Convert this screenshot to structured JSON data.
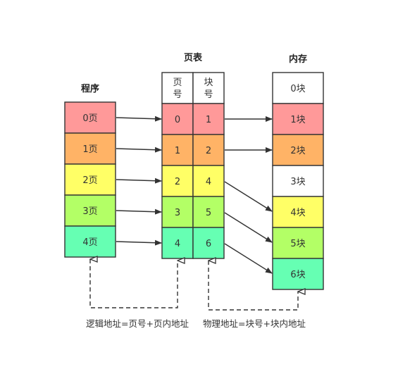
{
  "titles": {
    "program": "程序",
    "page_table": "页表",
    "memory": "内存"
  },
  "colors": {
    "red": "#ff9999",
    "orange": "#ffb366",
    "yellow": "#ffff66",
    "lime": "#b3ff66",
    "mint": "#66ffb3",
    "white": "#ffffff",
    "stroke": "#333333"
  },
  "program": {
    "pages": [
      "0页",
      "1页",
      "2页",
      "3页",
      "4页"
    ]
  },
  "page_table": {
    "header_page": [
      "页",
      "号"
    ],
    "header_block": [
      "块",
      "号"
    ],
    "rows": [
      {
        "page": "0",
        "block": "1"
      },
      {
        "page": "1",
        "block": "2"
      },
      {
        "page": "2",
        "block": "4"
      },
      {
        "page": "3",
        "block": "5"
      },
      {
        "page": "4",
        "block": "6"
      }
    ]
  },
  "memory": {
    "blocks": [
      "0块",
      "1块",
      "2块",
      "3块",
      "4块",
      "5块",
      "6块"
    ]
  },
  "formulas": {
    "logical": "逻辑地址=页号+页内地址",
    "physical": "物理地址=块号+块内地址"
  }
}
